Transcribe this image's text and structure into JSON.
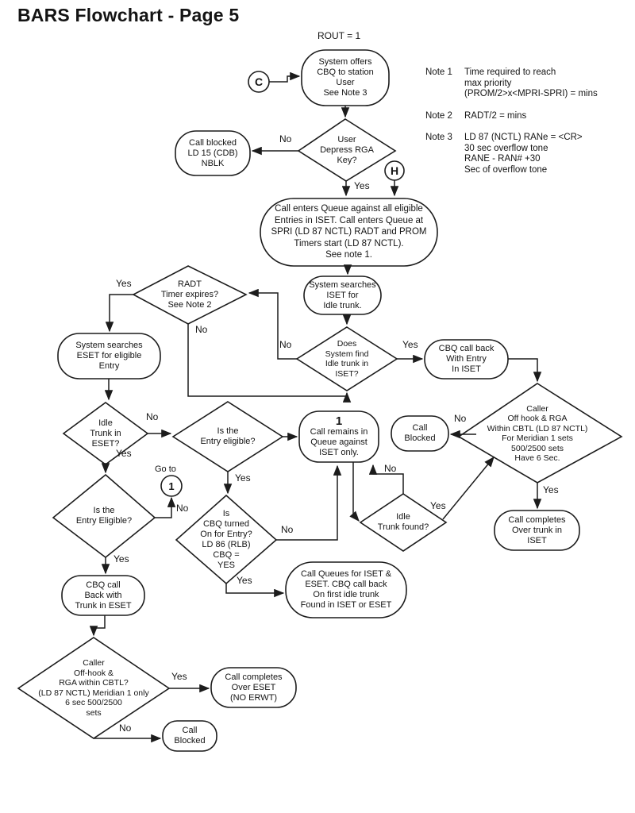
{
  "title": "BARS Flowchart - Page 5",
  "rout_label": "ROUT = 1",
  "edge_labels": {
    "yes": "Yes",
    "no": "No"
  },
  "connector_badges": {
    "c": "C",
    "h": "H",
    "goto_caption": "Go to",
    "goto_target": "1"
  },
  "notes": [
    {
      "label": "Note 1",
      "text": "Time required to reach\nmax priority\n(PROM/2>x<MPRI-SPRI) = mins"
    },
    {
      "label": "Note 2",
      "text": "RADT/2 = mins"
    },
    {
      "label": "Note 3",
      "text": "LD 87 (NCTL) RANe = <CR>\n30 sec overflow tone\nRANE - RAN# +30\nSec of overflow tone"
    }
  ],
  "nodes": {
    "offer": "System offers\nCBQ to station\nUser\nSee Note 3",
    "depress": "User\nDepress RGA\nKey?",
    "call_blocked_1": "Call blocked\nLD 15 (CDB)\nNBLK",
    "queue": "Call enters Queue against all eligible\nEntries in ISET. Call enters Queue at\nSPRI (LD 87 NCTL) RADT and PROM\nTimers start (LD 87 NCTL).\nSee note 1.",
    "search_iset": "System searches\nISET for\nIdle trunk.",
    "find_iset": "Does\nSystem find\nIdle trunk in\nISET?",
    "radt": "RADT\nTimer expires?\nSee Note 2",
    "search_eset": "System searches\nESET for eligible\nEntry",
    "idle_eset": "Idle\nTrunk in\nESET?",
    "entry_elig_1": "Is the\nEntry eligible?",
    "box1_num": "1",
    "box1": "Call remains in\nQueue against\nISET only.",
    "cbq_back_iset": "CBQ call back\nWith Entry\nIn ISET",
    "caller_iset": "Caller\nOff hook & RGA\nWithin CBTL (LD 87 NCTL)\nFor Meridian 1 sets\n500/2500 sets\nHave 6 Sec.",
    "call_blocked_2": "Call\nBlocked",
    "completes_iset": "Call completes\nOver trunk in\nISET",
    "idle_found": "Idle\nTrunk found?",
    "entry_elig_2": "Is the\nEntry Eligible?",
    "cbq_turned": "Is\nCBQ turned\nOn for Entry?\nLD 86 (RLB)\nCBQ =\nYES",
    "call_queues": "Call Queues for ISET &\nESET. CBQ call back\nOn first idle trunk\nFound in ISET or ESET",
    "cbq_back_eset": "CBQ call\nBack with\nTrunk in ESET",
    "caller_eset": "Caller\nOff-hook &\nRGA within CBTL?\n(LD 87 NCTL) Meridian 1 only\n6 sec 500/2500\nsets",
    "completes_eset": "Call completes\nOver ESET\n(NO ERWT)",
    "call_blocked_3": "Call\nBlocked"
  }
}
